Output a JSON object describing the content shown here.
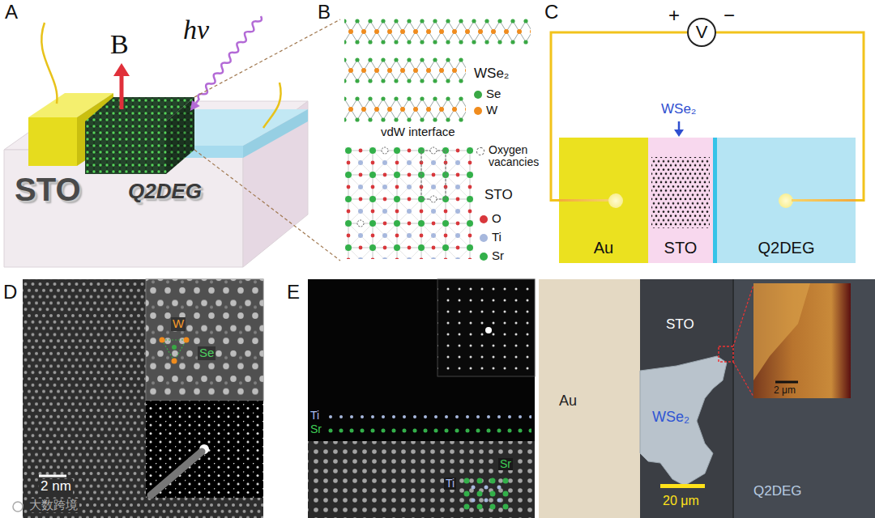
{
  "diagram": {
    "nodes": [
      {
        "text": [
          "V"
        ]
      },
      {
        "text": [
          "Au"
        ]
      },
      {
        "text": [
          "STO"
        ]
      },
      {
        "text": [
          "Q2DEG"
        ]
      }
    ],
    "edges": [
      {
        "from": 1,
        "to": 0,
        "arrow": "none"
      },
      {
        "from": 0,
        "to": 3,
        "arrow": "none"
      }
    ],
    "labels": [
      "A",
      "B",
      "hν",
      "STO",
      "Q2DEG",
      "B",
      "WSe₂",
      "vdW interface",
      "STO",
      "C",
      "+",
      "−",
      "WSe₂",
      "D",
      "W",
      "Se",
      "2 nm",
      "大数跨境",
      "E",
      "Ti",
      "Sr",
      "Ti",
      "Sr",
      "STO",
      "Au",
      "WSe₂",
      "20 μm",
      "Q2DEG",
      "2 μm"
    ],
    "legend": [
      {
        "text": "Se",
        "color": "#3aa845"
      },
      {
        "text": "W",
        "color": "#f08c1e"
      },
      {
        "text": "Oxygen vacancies"
      },
      {
        "text": "O",
        "color": "#d8373c"
      },
      {
        "text": "Ti",
        "color": "#a7b8dd"
      },
      {
        "text": "Sr",
        "color": "#33b04a"
      }
    ]
  }
}
